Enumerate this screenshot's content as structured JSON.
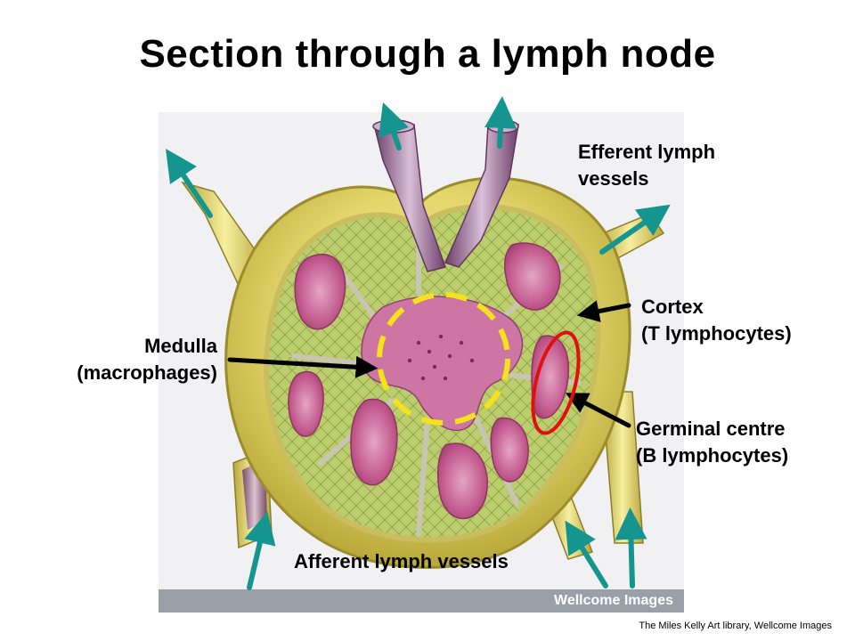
{
  "title": "Section through a lymph node",
  "labels": {
    "efferent": [
      "Efferent lymph",
      "vessels"
    ],
    "cortex": [
      "Cortex",
      "(T lymphocytes)"
    ],
    "medulla": [
      "Medulla",
      "(macrophages)"
    ],
    "germinal": [
      "Germinal centre",
      "(B lymphocytes)"
    ],
    "afferent": "Afferent lymph vessels"
  },
  "watermark": "Wellcome Images",
  "credit": "The Miles Kelly Art library, Wellcome Images",
  "colors": {
    "flow_arrow": "#15958f",
    "pointer_arrow": "#000000",
    "medulla_highlight": "#f4e31a",
    "germinal_highlight": "#e01010",
    "capsule": "#e3d66a",
    "tissue_green": "#b7c96a",
    "lymphoid_pink": "#c35a8e",
    "vessel_purple": "#8c5d8a"
  }
}
